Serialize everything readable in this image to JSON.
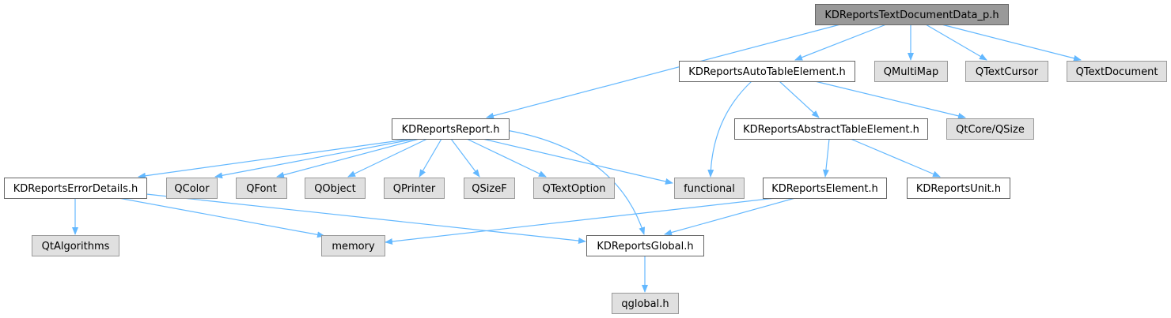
{
  "diagram": {
    "root": "KDReportsTextDocumentData_p.h",
    "colors": {
      "root_fill": "#999999",
      "root_stroke": "#666666",
      "node_fill": "#ffffff",
      "node_stroke": "#666666",
      "external_fill": "#e0e0e0",
      "external_stroke": "#999999",
      "edge": "#63b8ff"
    },
    "nodes": [
      {
        "id": "root",
        "label": "KDReportsTextDocumentData_p.h",
        "kind": "root"
      },
      {
        "id": "autotable",
        "label": "KDReportsAutoTableElement.h",
        "kind": "header"
      },
      {
        "id": "qmultimap",
        "label": "QMultiMap",
        "kind": "external"
      },
      {
        "id": "qtextcursor",
        "label": "QTextCursor",
        "kind": "external"
      },
      {
        "id": "qtextdocument",
        "label": "QTextDocument",
        "kind": "external"
      },
      {
        "id": "report",
        "label": "KDReportsReport.h",
        "kind": "header"
      },
      {
        "id": "abstracttable",
        "label": "KDReportsAbstractTableElement.h",
        "kind": "header"
      },
      {
        "id": "qsize",
        "label": "QtCore/QSize",
        "kind": "external"
      },
      {
        "id": "errordetails",
        "label": "KDReportsErrorDetails.h",
        "kind": "header"
      },
      {
        "id": "qcolor",
        "label": "QColor",
        "kind": "external"
      },
      {
        "id": "qfont",
        "label": "QFont",
        "kind": "external"
      },
      {
        "id": "qobject",
        "label": "QObject",
        "kind": "external"
      },
      {
        "id": "qprinter",
        "label": "QPrinter",
        "kind": "external"
      },
      {
        "id": "qsizef",
        "label": "QSizeF",
        "kind": "external"
      },
      {
        "id": "qtextoption",
        "label": "QTextOption",
        "kind": "external"
      },
      {
        "id": "functional",
        "label": "functional",
        "kind": "external"
      },
      {
        "id": "element",
        "label": "KDReportsElement.h",
        "kind": "header"
      },
      {
        "id": "unit",
        "label": "KDReportsUnit.h",
        "kind": "header"
      },
      {
        "id": "qtalgorithms",
        "label": "QtAlgorithms",
        "kind": "external"
      },
      {
        "id": "memory",
        "label": "memory",
        "kind": "external"
      },
      {
        "id": "global",
        "label": "KDReportsGlobal.h",
        "kind": "header"
      },
      {
        "id": "qglobal",
        "label": "qglobal.h",
        "kind": "external"
      }
    ],
    "edges": [
      {
        "from": "root",
        "to": "report"
      },
      {
        "from": "root",
        "to": "autotable"
      },
      {
        "from": "root",
        "to": "qmultimap"
      },
      {
        "from": "root",
        "to": "qtextcursor"
      },
      {
        "from": "root",
        "to": "qtextdocument"
      },
      {
        "from": "autotable",
        "to": "functional"
      },
      {
        "from": "autotable",
        "to": "abstracttable"
      },
      {
        "from": "autotable",
        "to": "qsize"
      },
      {
        "from": "report",
        "to": "errordetails"
      },
      {
        "from": "report",
        "to": "qcolor"
      },
      {
        "from": "report",
        "to": "qfont"
      },
      {
        "from": "report",
        "to": "qobject"
      },
      {
        "from": "report",
        "to": "qprinter"
      },
      {
        "from": "report",
        "to": "qsizef"
      },
      {
        "from": "report",
        "to": "qtextoption"
      },
      {
        "from": "report",
        "to": "functional"
      },
      {
        "from": "report",
        "to": "global"
      },
      {
        "from": "abstracttable",
        "to": "element"
      },
      {
        "from": "abstracttable",
        "to": "unit"
      },
      {
        "from": "errordetails",
        "to": "qtalgorithms"
      },
      {
        "from": "errordetails",
        "to": "memory"
      },
      {
        "from": "errordetails",
        "to": "global"
      },
      {
        "from": "element",
        "to": "memory"
      },
      {
        "from": "element",
        "to": "global"
      },
      {
        "from": "global",
        "to": "qglobal"
      }
    ]
  }
}
